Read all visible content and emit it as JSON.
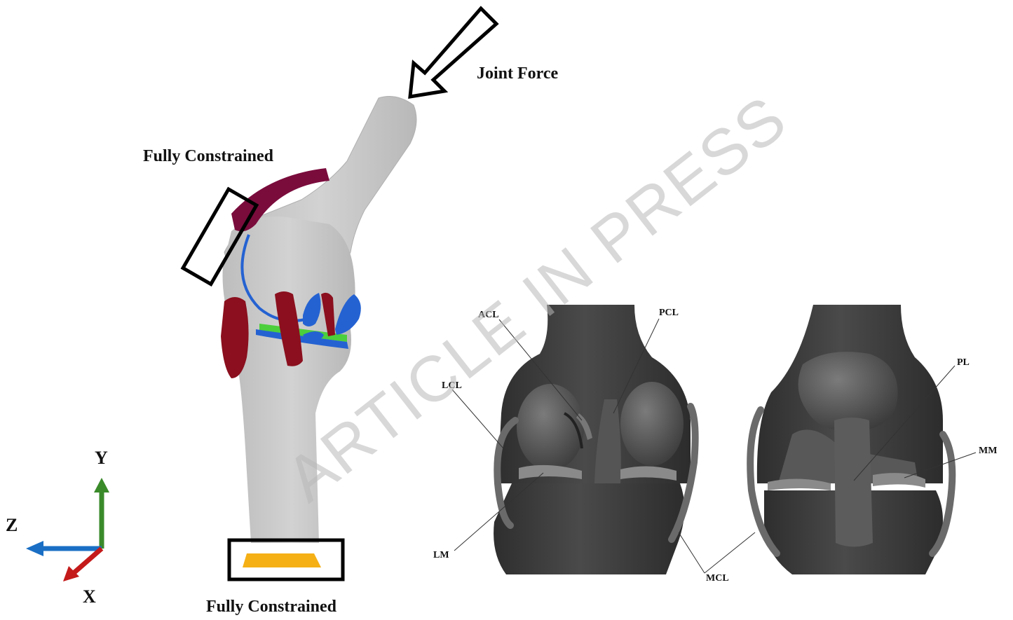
{
  "labels": {
    "joint_force": "Joint Force",
    "fully_constrained_top": "Fully Constrained",
    "fully_constrained_bottom": "Fully Constrained"
  },
  "axes": {
    "y": "Y",
    "z": "Z",
    "x": "X"
  },
  "anatomy_labels": {
    "acl": "ACL",
    "pcl": "PCL",
    "lcl": "LCL",
    "lm": "LM",
    "mcl": "MCL",
    "pl": "PL",
    "mm": "MM"
  },
  "watermark": "ARTICLE IN PRESS",
  "colors": {
    "bone": "#c8c8c8",
    "ligament": "#8b0f1e",
    "patellar_tendon": "#7a0c3c",
    "meniscus_blue": "#2462d2",
    "cartilage_green": "#4ccf3c",
    "support": "#f5b016",
    "axis_y": "#3a8a2a",
    "axis_z": "#1a6fc4",
    "axis_x": "#c41a1a",
    "model_dark": "#3f3f3f"
  }
}
